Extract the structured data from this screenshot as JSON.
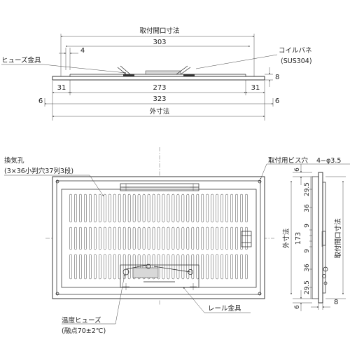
{
  "labels": {
    "opening": "取付開口寸法",
    "coil_spring": "コイルバネ",
    "coil_material": "(SUS304)",
    "fuse_fitting": "ヒューズ金具",
    "outer": "外寸法",
    "outer_side": "外寸法",
    "opening_side": "取付開口寸法",
    "vent_hole": "換気孔",
    "vent_spec": "(3×36小判穴37列3段)",
    "screw_hole": "取付用ビス穴",
    "screw_spec": "4−φ3.5",
    "rail": "レール金具",
    "temp_fuse": "温度ヒューズ",
    "melt_point": "(融点70±2℃)"
  },
  "dims": {
    "d303": "303",
    "d4": "4",
    "d8a": "8",
    "d31l": "31",
    "d273": "273",
    "d31r": "31",
    "d6l": "6",
    "d323": "323",
    "d6r": "6",
    "v6t": "6",
    "v29t": "29.5",
    "v36a": "36",
    "v9a": "9",
    "v173": "173",
    "v9b": "9",
    "v36b": "36",
    "v29b": "29.5",
    "v6b": "6",
    "d8b": "8"
  }
}
